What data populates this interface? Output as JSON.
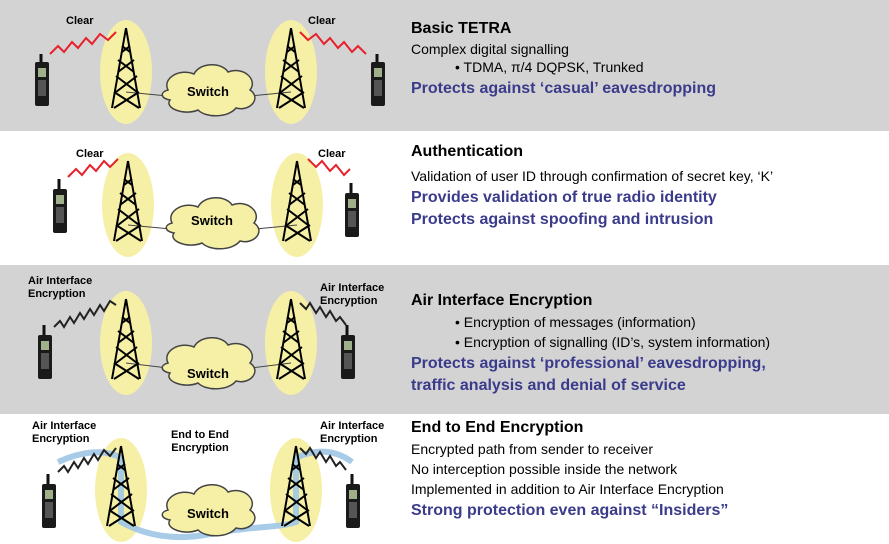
{
  "sections": [
    {
      "title": "Basic TETRA",
      "lines": [
        "Complex digital signalling"
      ],
      "bullets": [
        "• TDMA,  π/4 DQPSK, Trunked"
      ],
      "highlights": [
        "Protects against ‘casual’ eavesdropping"
      ],
      "left_label": "Clear",
      "right_label": "Clear",
      "switch_label": "Switch"
    },
    {
      "title": "Authentication",
      "lines": [
        "Validation of user ID through confirmation of secret key, ‘K’"
      ],
      "highlights": [
        "Provides validation of true radio identity",
        "Protects against spoofing and intrusion"
      ],
      "left_label": "Clear",
      "right_label": "Clear",
      "switch_label": "Switch"
    },
    {
      "title": "Air Interface Encryption",
      "bullets": [
        "• Encryption of messages (information)",
        "• Encryption of signalling (ID’s, system information)"
      ],
      "highlights": [
        "Protects against ‘professional’ eavesdropping,",
        "traffic analysis and denial of service"
      ],
      "left_label": [
        "Air Interface",
        "Encryption"
      ],
      "right_label": [
        "Air Interface",
        "Encryption"
      ],
      "switch_label": "Switch"
    },
    {
      "title": "End to End Encryption",
      "lines": [
        "Encrypted path from sender to receiver",
        "No interception possible inside the network",
        "Implemented in addition to Air Interface Encryption"
      ],
      "highlights": [
        "Strong protection even against “Insiders”"
      ],
      "left_label": [
        "Air Interface",
        "Encryption"
      ],
      "right_label": [
        "Air Interface",
        "Encryption"
      ],
      "center_label": [
        "End to End",
        "Encryption"
      ],
      "switch_label": "Switch"
    }
  ],
  "colors": {
    "band_gray": "#d3d3d3",
    "highlight_text": "#3b3b8c",
    "clear_signal": "#e8202a",
    "tower_glow": "#f6f0a6",
    "e2e_path": "#9fc6e6"
  }
}
